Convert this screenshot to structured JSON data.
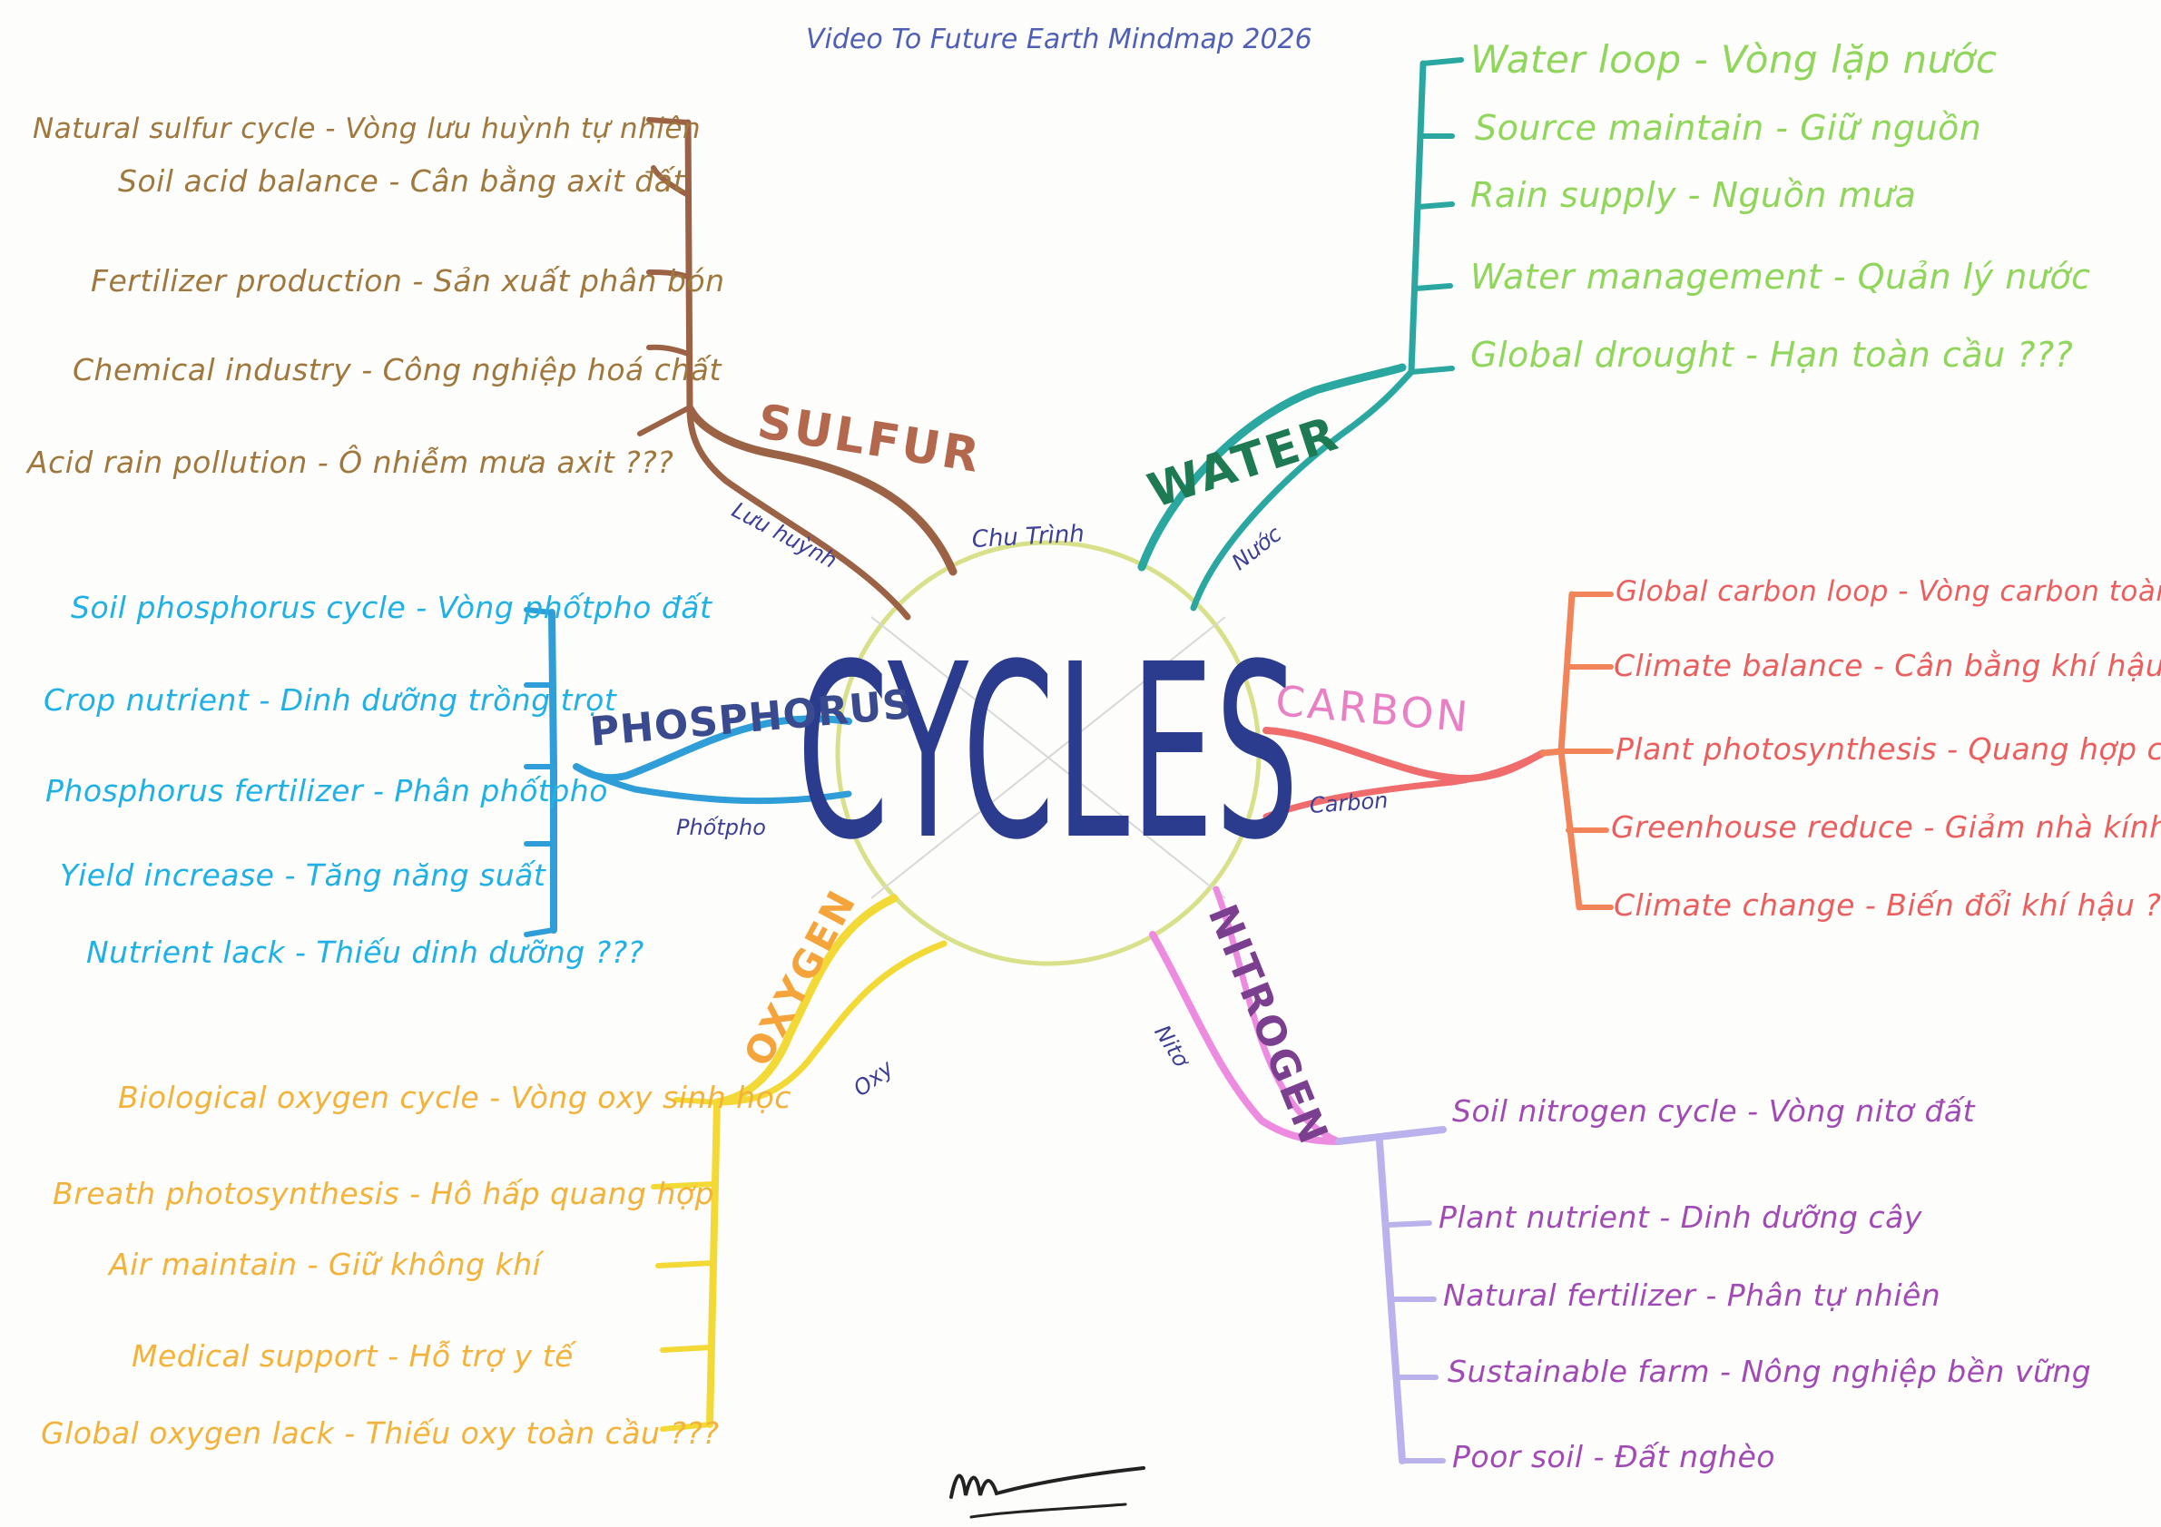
{
  "title": "Video To Future Earth Mindmap 2026",
  "center": {
    "label": "CYCLES",
    "color": "#2b3b8e"
  },
  "connectors": {
    "sulfur": "Lưu huỳnh",
    "chu_trinh": "Chu Trình",
    "water": "Nước",
    "phosphorus": "Phốtpho",
    "carbon": "Carbon",
    "oxygen": "Oxy",
    "nitrogen": "Nitơ"
  },
  "branches": {
    "sulfur": {
      "label": "SULFUR",
      "color": "#9b6246",
      "leaf_color": "#a0783e",
      "items": [
        "Natural sulfur cycle - Vòng lưu huỳnh tự nhiên",
        "Soil acid balance - Cân bằng axit đất",
        "Fertilizer production - Sản xuất phân bón",
        "Chemical industry - Công nghiệp hoá chất",
        "Acid rain pollution - Ô nhiễm mưa axit ???"
      ]
    },
    "water": {
      "label": "WATER",
      "color": "#2aa7a0",
      "label_color": "#1d7a52",
      "leaf_color": "#8fd65a",
      "items": [
        "Water loop - Vòng lặp nước",
        "Source maintain - Giữ nguồn",
        "Rain supply - Nguồn mưa",
        "Water management - Quản lý nước",
        "Global drought - Hạn toàn cầu ???"
      ]
    },
    "phosphorus": {
      "label": "PHOSPHORUS",
      "color": "#2f9ed8",
      "label_color": "#3a4a8e",
      "leaf_color": "#1fb0e6",
      "items": [
        "Soil phosphorus cycle - Vòng phốtpho đất",
        "Crop nutrient - Dinh dưỡng trồng trọt",
        "Phosphorus fertilizer - Phân phốtpho",
        "Yield increase - Tăng năng suất",
        "Nutrient lack - Thiếu dinh dưỡng ???"
      ]
    },
    "carbon": {
      "label": "CARBON",
      "color": "#f06b6b",
      "label_color": "#e97fc4",
      "leaf_color": "#ec5e5e",
      "items": [
        "Global carbon loop - Vòng carbon toàn cầu",
        "Climate balance - Cân bằng khí hậu",
        "Plant photosynthesis - Quang hợp cây",
        "Greenhouse reduce - Giảm nhà kính",
        "Climate change - Biến đổi khí hậu ???"
      ]
    },
    "oxygen": {
      "label": "OXYGEN",
      "color": "#f2d936",
      "label_color": "#f4a43a",
      "leaf_color": "#f3b23a",
      "items": [
        "Biological oxygen cycle - Vòng oxy sinh học",
        "Breath photosynthesis - Hô hấp quang hợp",
        "Air maintain - Giữ không khí",
        "Medical support - Hỗ trợ y tế",
        "Global oxygen lack - Thiếu oxy toàn cầu ???"
      ]
    },
    "nitrogen": {
      "label": "NITROGEN",
      "color": "#ec8be0",
      "label_color": "#7b3f8f",
      "leaf_color": "#a14ab5",
      "items": [
        "Soil nitrogen cycle - Vòng nitơ đất",
        "Plant nutrient - Dinh dưỡng cây",
        "Natural fertilizer - Phân tự nhiên",
        "Sustainable farm - Nông nghiệp bền vững",
        "Poor soil - Đất nghèo"
      ]
    }
  }
}
